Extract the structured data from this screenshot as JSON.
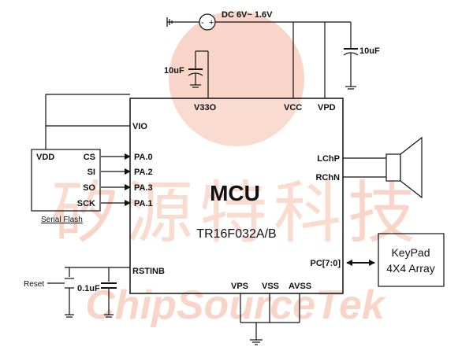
{
  "power": {
    "supply_label": "DC 6V~ 1.6V",
    "cap_vcc": "10uF",
    "cap_v33o": "10uF"
  },
  "mcu": {
    "title": "MCU",
    "part": "TR16F032A/B",
    "pins": {
      "v33o": "V33O",
      "vcc": "VCC",
      "vpd": "VPD",
      "vio": "VIO",
      "pa0": "PA.0",
      "pa2": "PA.2",
      "pa3": "PA.3",
      "pa1": "PA.1",
      "lchp": "LChP",
      "rchn": "RChN",
      "pc": "PC[7:0]",
      "rstinb": "RSTINB",
      "vps": "VPS",
      "vss": "VSS",
      "avss": "AVSS"
    }
  },
  "flash": {
    "vdd": "VDD",
    "cs": "CS",
    "si": "SI",
    "so": "SO",
    "sck": "SCK",
    "caption": "Serial Flash"
  },
  "keypad": {
    "line1": "KeyPad",
    "line2": "4X4 Array"
  },
  "reset": {
    "label": "Reset",
    "cap": "0.1uF"
  },
  "watermark": {
    "chinese": "矽源特科技",
    "latin": "ChipSourceTek"
  },
  "colors": {
    "wire": "#111111",
    "watermark": "#f3b49c"
  }
}
